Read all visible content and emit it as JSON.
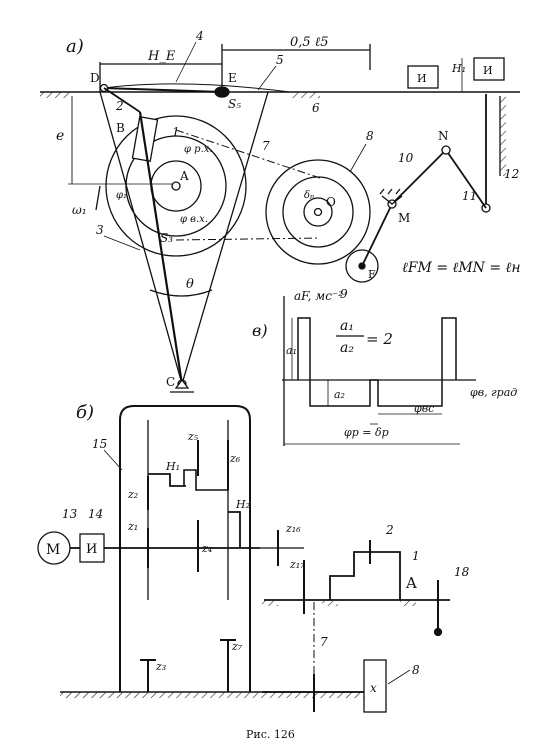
{
  "figure": {
    "caption": "Рис. 126",
    "panels": {
      "a": "а)",
      "b": "б)",
      "v": "в)"
    }
  },
  "panel_a": {
    "dims": {
      "He": "H_E",
      "half_l5": "0,5 ℓ5",
      "e": "e",
      "H1": "H₁",
      "delta_p": "δₚ",
      "theta": "θ"
    },
    "points": {
      "D": "D",
      "E": "E",
      "S5": "S₅",
      "B": "B",
      "A": "A",
      "S3": "S₃",
      "C": "C",
      "O": "O",
      "F": "F",
      "M": "M",
      "N": "N"
    },
    "numbers": [
      "1",
      "2",
      "3",
      "4",
      "5",
      "6",
      "7",
      "8",
      "9",
      "10",
      "11",
      "12"
    ],
    "omega": "ω₁",
    "angles": {
      "phi_rx": "φ р.х.",
      "phi_vx": "φ в.х.",
      "phi1": "φ₁"
    },
    "blocks": {
      "I1": "И",
      "I2": "И"
    },
    "equation": "ℓFM = ℓMN = ℓн"
  },
  "panel_v": {
    "ylabel": "aF, мс⁻²",
    "xlabel": "φв, град",
    "ratio_num": "a₁",
    "ratio_den": "a₂",
    "ratio_val": "= 2",
    "a1": "a₁",
    "a2": "a₂",
    "phi_p": "φр = δр",
    "phi_vs": "φвс"
  },
  "panel_b": {
    "motor": "М",
    "coupling": "И",
    "gears": {
      "z1": "z₁",
      "z2": "z₂",
      "z3": "z₃",
      "z4": "z₄",
      "z5": "z₅",
      "z6": "z₆",
      "z7": "z₇",
      "z16": "z₁₆",
      "z17": "z₁₇"
    },
    "carriers": {
      "H1": "H₁",
      "H2": "H₂"
    },
    "numbers": {
      "n13": "13",
      "n14": "14",
      "n15": "15",
      "n2": "2",
      "n1": "1",
      "n18": "18",
      "n7": "7",
      "n8": "8"
    },
    "A": "A",
    "x": "x"
  }
}
